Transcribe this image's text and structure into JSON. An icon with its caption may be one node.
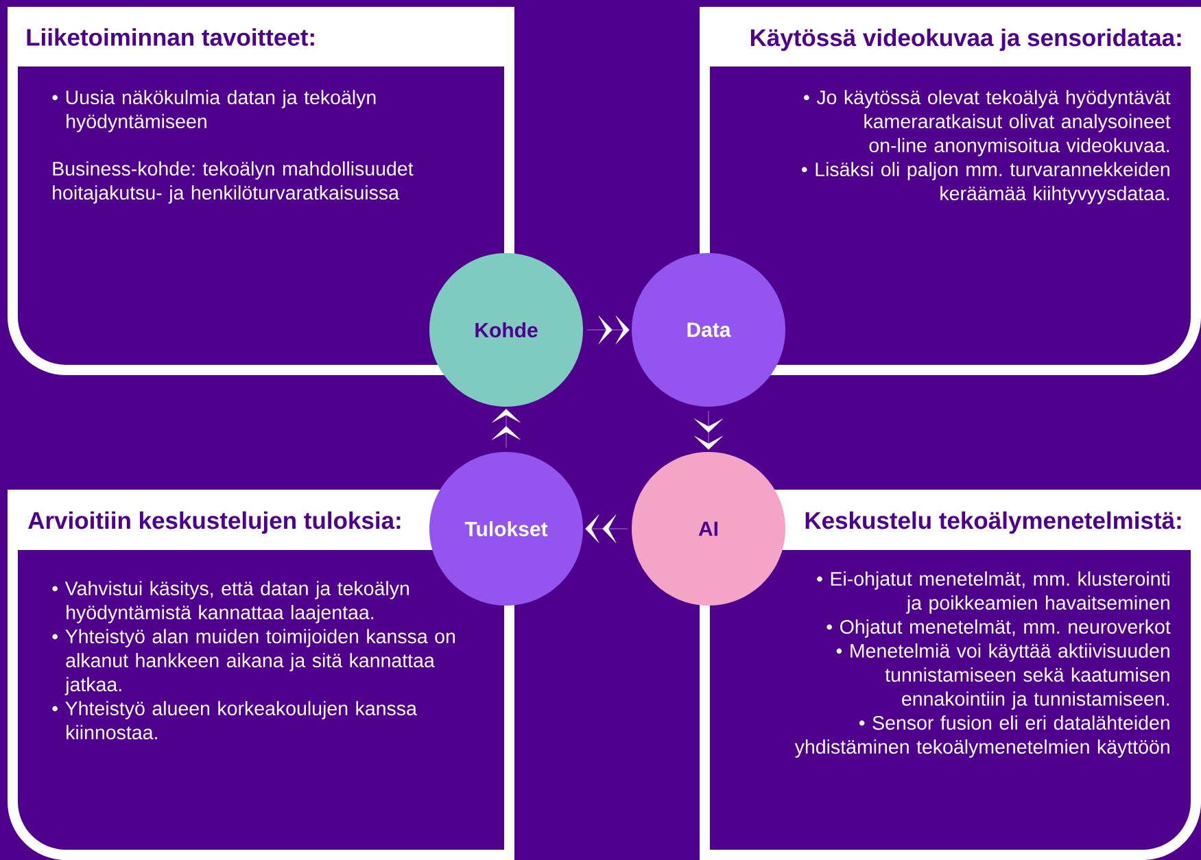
{
  "diagram": {
    "nodes": [
      {
        "text": [
          "Liiketoiminnan tavoitteet:",
          "• Uusia näkökulmia datan ja tekoälyn hyödyntämiseen",
          "Business-kohde: tekoälyn mahdollisuudet hoitajakutsu- ja henkilöturvaratkaisuissa"
        ]
      },
      {
        "text": [
          "Käytössä videokuvaa ja sensoridataa:",
          "• Jo käytössä olevat tekoälyä hyödyntävät kameraratkaisut olivat analysoineet on-line anonymisoitua videokuvaa.",
          "• Lisäksi oli paljon mm. turvarannekkeiden keräämää kiihtyvyysdataa."
        ]
      },
      {
        "text": [
          "Kohde"
        ]
      },
      {
        "text": [
          "Data"
        ]
      },
      {
        "text": [
          "Tulokset"
        ]
      },
      {
        "text": [
          "AI"
        ]
      },
      {
        "text": [
          "Arvioitiin keskustelujen tuloksia:",
          "• Vahvistui käsitys, että datan ja tekoälyn hyödyntämistä kannattaa laajentaa.",
          "• Yhteistyö alan muiden toimijoiden kanssa on alkanut hankkeen aikana ja sitä kannattaa jatkaa.",
          "• Yhteistyö alueen korkeakoulujen kanssa kiinnostaa."
        ]
      },
      {
        "text": [
          "Keskustelu tekoälymenetelmistä:",
          "• Ei-ohjatut menetelmät, mm. klusterointi ja poikkeamien havaitseminen",
          "• Ohjatut menetelmät, mm. neuroverkot",
          "• Menetelmiä voi käyttää aktiivisuuden tunnistamiseen sekä kaatumisen ennakointiin ja tunnistamiseen.",
          "• Sensor fusion eli eri datalähteiden yhdistäminen tekoälymenetelmien käyttöön"
        ]
      }
    ],
    "edges": [
      {
        "from": 2,
        "to": 3,
        "arrow": "to"
      },
      {
        "from": 3,
        "to": 5,
        "arrow": "to"
      },
      {
        "from": 5,
        "to": 4,
        "arrow": "to"
      },
      {
        "from": 4,
        "to": 2,
        "arrow": "to"
      }
    ]
  }
}
